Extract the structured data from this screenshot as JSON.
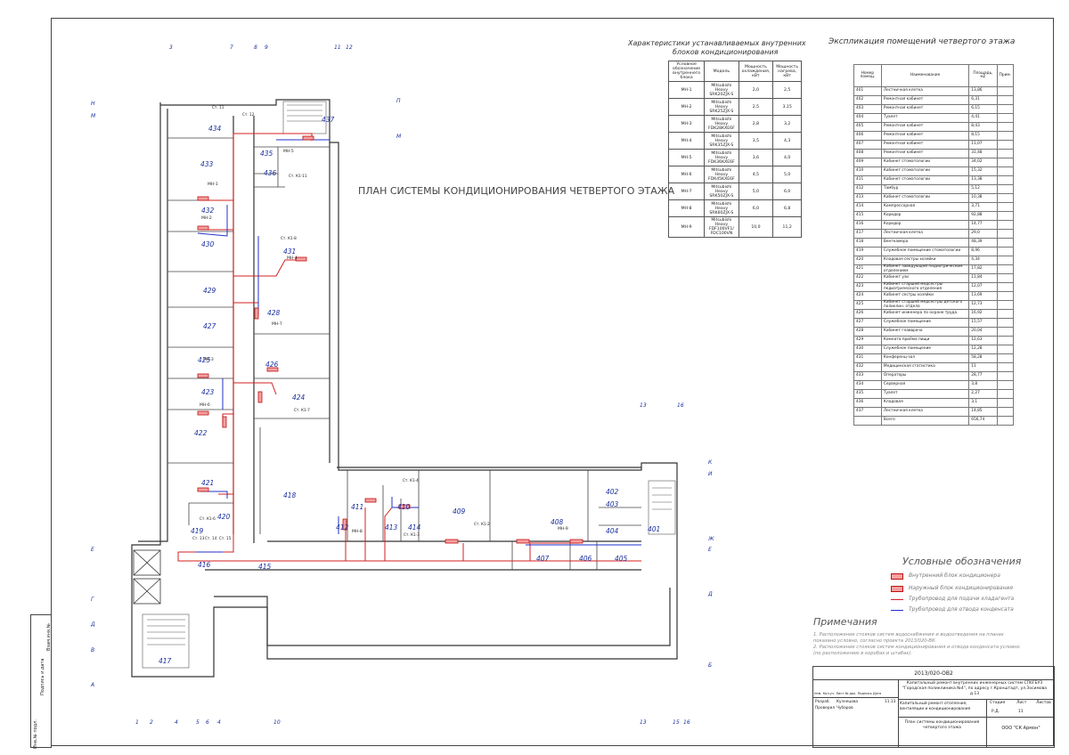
{
  "plan_title": "ПЛАН СИСТЕМЫ КОНДИЦИОНИРОВАНИЯ ЧЕТВЕРТОГО ЭТАЖА",
  "spec": {
    "title_line1": "Характеристики устанавливаемых внутренних",
    "title_line2": "блоков кондиционирования",
    "headers": [
      "Условное обозначение внутреннего блока",
      "Модель",
      "Мощность охлаждения, кВт",
      "Мощность нагрева, кВт"
    ],
    "rows": [
      [
        "МН-1",
        "Mitsubishi Heavy SRK20ZJX-S",
        "2,0",
        "2,5"
      ],
      [
        "МН-2",
        "Mitsubishi Heavy SRK25ZJX-S",
        "2,5",
        "3,15"
      ],
      [
        "МН-3",
        "Mitsubishi Heavy FDK28KXE6F",
        "2,8",
        "3,2"
      ],
      [
        "МН-4",
        "Mitsubishi Heavy SRK35ZJX-S",
        "3,5",
        "4,3"
      ],
      [
        "МН-5",
        "Mitsubishi Heavy FDK36KXE6F",
        "3,6",
        "4,0"
      ],
      [
        "МН-6",
        "Mitsubishi Heavy FDK45KXE6F",
        "4,5",
        "5,0"
      ],
      [
        "МН-7",
        "Mitsubishi Heavy SRK50ZJX-S",
        "5,0",
        "6,0"
      ],
      [
        "МН-8",
        "Mitsubishi Heavy SRK60ZJX-S",
        "6,0",
        "6,8"
      ],
      [
        "МН-9",
        "Mitsubishi Heavy FDF100VF1/ FDC100VN",
        "10,0",
        "11,2"
      ]
    ]
  },
  "explication": {
    "title": "Экспликация помещений четвертого этажа",
    "headers": [
      "Номер помещ.",
      "Наименование",
      "Площадь, м2",
      "Прим."
    ],
    "rows": [
      [
        "401",
        "Лестничная клетка",
        "13,86"
      ],
      [
        "402",
        "Ремонтная кабинет",
        "6,31"
      ],
      [
        "403",
        "Ремонтная кабинет",
        "6,15"
      ],
      [
        "404",
        "Туалет",
        "4,41"
      ],
      [
        "405",
        "Ремонтная кабинет",
        "8,43"
      ],
      [
        "406",
        "Ремонтная кабинет",
        "8,15"
      ],
      [
        "407",
        "Ремонтная кабинет",
        "11,07"
      ],
      [
        "408",
        "Ремонтная кабинет",
        "31,48"
      ],
      [
        "409",
        "Кабинет стоматологии",
        "34,02"
      ],
      [
        "410",
        "Кабинет стоматологии",
        "15,32"
      ],
      [
        "411",
        "Кабинет стоматологии",
        "13,38"
      ],
      [
        "412",
        "Тамбур",
        "5,12"
      ],
      [
        "413",
        "Кабинет стоматологии",
        "10,38"
      ],
      [
        "414",
        "Компрессорная",
        "3,71"
      ],
      [
        "415",
        "Коридор",
        "92,88"
      ],
      [
        "416",
        "Коридор",
        "14,77"
      ],
      [
        "417",
        "Лестничная клетка",
        "29,0"
      ],
      [
        "418",
        "Венткамера",
        "48,39"
      ],
      [
        "419",
        "Служебное помещение стоматологии",
        "8,96"
      ],
      [
        "420",
        "Кладовая сестры хозяйки",
        "4,34"
      ],
      [
        "421",
        "Кабинет заведующей педиатрическим отделением",
        "17,82"
      ],
      [
        "422",
        "Кабинет узи",
        "11,84"
      ],
      [
        "423",
        "Кабинет старшей медсестры педиатрического отделения",
        "12,07"
      ],
      [
        "424",
        "Кабинет сестры хозяйки",
        "13,69"
      ],
      [
        "425",
        "Кабинет старшей медсестры детского поликлин. отдела",
        "12,73"
      ],
      [
        "426",
        "Кабинет инженера по охране труда",
        "16,92"
      ],
      [
        "427",
        "Служебное помещение",
        "15,57"
      ],
      [
        "428",
        "Кабинет главврача",
        "20,04"
      ],
      [
        "429",
        "Комната приёма пищи",
        "12,63"
      ],
      [
        "430",
        "Служебное помещение",
        "12,28"
      ],
      [
        "431",
        "Конференц-зал",
        "58,28"
      ],
      [
        "432",
        "Медицинская статистика",
        "11"
      ],
      [
        "433",
        "Операторы",
        "28,77"
      ],
      [
        "434",
        "Серверная",
        "3,8"
      ],
      [
        "435",
        "Туалет",
        "2,27"
      ],
      [
        "436",
        "Кладовая",
        "3,1"
      ],
      [
        "437",
        "Лестничная клетка",
        "14,85"
      ],
      [
        "",
        "Всего",
        "656,74"
      ]
    ]
  },
  "legend": {
    "title": "Условные обозначения",
    "items": [
      "Внутренний блок кондиционера",
      "Наружный блок кондиционирования",
      "Трубопровод для подачи хладагента",
      "Трубопровод для отвода конденсата"
    ]
  },
  "notes": {
    "title": "Примечания",
    "lines": [
      "1. Расположение стояков систем водоснабжения и водоотведения на планах",
      "показано условно, согласно проекта 2013/020-ВК.",
      "2. Расположение стояков систем кондиционирования и отвода конденсата условно",
      "(по расположению в коробах и штабах)."
    ]
  },
  "stamp": {
    "code": "2013/020-ОВ2",
    "object": "Капитальный ремонт внутренних инженерных систем СПбГБУЗ \"Городская поликлиника №4\", по адресу г.Кронштадт, ул.Зосимова д.13",
    "section": "Капитальный ремонт отопления, вентиляции и кондиционирования",
    "sheet_title": "План системы кондиционирования четвертого этажа",
    "company": "ООО \"СК Армон\"",
    "stage_label": "Стадия",
    "sheet_label": "Лист",
    "sheets_label": "Листов",
    "stage": "Р.Д.",
    "sheet": "11",
    "developer_label": "Разраб.",
    "developer": "Кузнецова",
    "checked_label": "Проверил",
    "checked": "Чубаров",
    "date": "11.13",
    "cols": "Изм. Кол.уч. Лист № док. Подпись Дата"
  },
  "side_stamp": [
    "Инв.№ подл.",
    "Подпись и дата",
    "Взам.инв.№"
  ],
  "axes_top": [
    "3",
    "7",
    "8",
    "9",
    "11",
    "12"
  ],
  "axes_bottom": [
    "1",
    "2",
    "4",
    "5",
    "6",
    "4",
    "10",
    "13",
    "15",
    "16"
  ],
  "axes_left": [
    "Н",
    "М",
    "Е",
    "Г",
    "Д",
    "В",
    "А"
  ],
  "axes_right": [
    "К",
    "И",
    "Ж",
    "Е",
    "Д",
    "Б"
  ],
  "axes_mid": [
    "П",
    "М",
    "13",
    "16"
  ],
  "rooms": [
    "434",
    "433",
    "432",
    "430",
    "429",
    "427",
    "425",
    "423",
    "422",
    "421",
    "420",
    "419",
    "416",
    "417",
    "437",
    "435",
    "436",
    "431",
    "428",
    "426",
    "424",
    "418",
    "415",
    "411",
    "412",
    "410",
    "413",
    "414",
    "409",
    "408",
    "407",
    "406",
    "405",
    "404",
    "402",
    "403",
    "401"
  ],
  "units": [
    "МН-1",
    "МН-2",
    "МН-3",
    "МН-4",
    "МН-5",
    "МН-6",
    "МН-7",
    "МН-8",
    "МН-9"
  ],
  "risers": [
    "Ст. К1-8",
    "Ст. К1-11",
    "Ст. К1-4",
    "Ст. К1-6",
    "Ст. К1-7",
    "Ст. К1-3",
    "Ст. К1-2",
    "Ст. 13",
    "Ст. 14",
    "Ст. 15",
    "Ст. 12",
    "Ст. 11"
  ]
}
